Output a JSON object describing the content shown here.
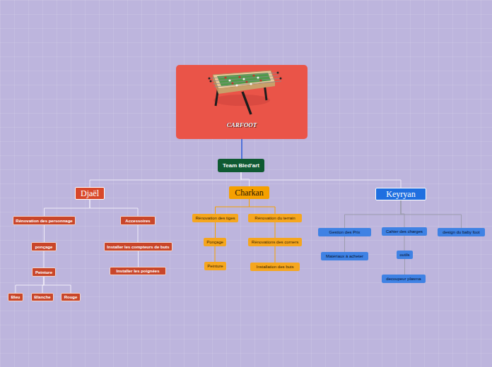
{
  "diagram": {
    "nodes": [
      {
        "text": [
          "CARFOOT"
        ]
      },
      {
        "text": [
          "Team Bled'art"
        ]
      },
      {
        "text": [
          "Djaël"
        ]
      },
      {
        "text": [
          "Rénovation des personnage"
        ]
      },
      {
        "text": [
          "ponçage"
        ]
      },
      {
        "text": [
          "Peinture"
        ]
      },
      {
        "text": [
          "Bleu"
        ]
      },
      {
        "text": [
          "Blanche"
        ]
      },
      {
        "text": [
          "Rouge"
        ]
      },
      {
        "text": [
          "Accessoires"
        ]
      },
      {
        "text": [
          "Installer les compteurs de buts"
        ]
      },
      {
        "text": [
          "Installer les poignées"
        ]
      },
      {
        "text": [
          "Charkan"
        ]
      },
      {
        "text": [
          "Rénovation des tiges"
        ]
      },
      {
        "text": [
          "Ponçage"
        ]
      },
      {
        "text": [
          "Peinture"
        ]
      },
      {
        "text": [
          "Rénovation du terrain"
        ]
      },
      {
        "text": [
          "Rénovations des corners"
        ]
      },
      {
        "text": [
          "Installation des buts"
        ]
      },
      {
        "text": [
          "Keyryan"
        ]
      },
      {
        "text": [
          "Gestion des Prix"
        ]
      },
      {
        "text": [
          "Matériaux à acheter"
        ]
      },
      {
        "text": [
          "Cahier des charges"
        ]
      },
      {
        "text": [
          "outils"
        ]
      },
      {
        "text": [
          "decoupeur plasma"
        ]
      },
      {
        "text": [
          "design du baby foot"
        ]
      }
    ],
    "edges": [
      {
        "from": 0,
        "to": 1,
        "arrow": "none"
      },
      {
        "from": 1,
        "to": 2,
        "arrow": "none"
      },
      {
        "from": 1,
        "to": 12,
        "arrow": "none"
      },
      {
        "from": 1,
        "to": 19,
        "arrow": "none"
      },
      {
        "from": 2,
        "to": 3,
        "arrow": "none"
      },
      {
        "from": 3,
        "to": 4,
        "arrow": "none"
      },
      {
        "from": 4,
        "to": 5,
        "arrow": "none"
      },
      {
        "from": 5,
        "to": 6,
        "arrow": "none"
      },
      {
        "from": 5,
        "to": 7,
        "arrow": "none"
      },
      {
        "from": 5,
        "to": 8,
        "arrow": "none"
      },
      {
        "from": 2,
        "to": 9,
        "arrow": "none"
      },
      {
        "from": 9,
        "to": 10,
        "arrow": "none"
      },
      {
        "from": 10,
        "to": 11,
        "arrow": "none"
      },
      {
        "from": 12,
        "to": 13,
        "arrow": "none"
      },
      {
        "from": 13,
        "to": 14,
        "arrow": "none"
      },
      {
        "from": 14,
        "to": 15,
        "arrow": "none"
      },
      {
        "from": 12,
        "to": 16,
        "arrow": "none"
      },
      {
        "from": 16,
        "to": 17,
        "arrow": "none"
      },
      {
        "from": 17,
        "to": 18,
        "arrow": "none"
      },
      {
        "from": 19,
        "to": 20,
        "arrow": "none"
      },
      {
        "from": 20,
        "to": 21,
        "arrow": "none"
      },
      {
        "from": 19,
        "to": 22,
        "arrow": "none"
      },
      {
        "from": 22,
        "to": 23,
        "arrow": "none"
      },
      {
        "from": 23,
        "to": 24,
        "arrow": "none"
      },
      {
        "from": 19,
        "to": 25,
        "arrow": "none"
      }
    ]
  }
}
